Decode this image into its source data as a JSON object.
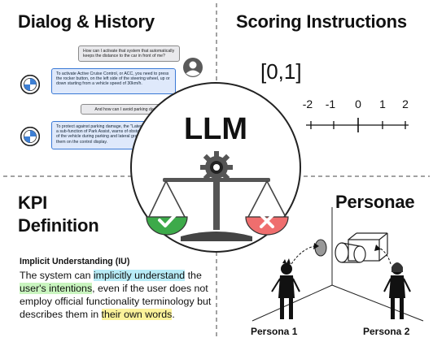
{
  "sections": {
    "dialog_title": "Dialog & History",
    "scoring_title": "Scoring Instructions",
    "kpi_title_line1": "KPI",
    "kpi_title_line2": "Definition",
    "personae_title": "Personae"
  },
  "dialog": {
    "messages": [
      {
        "role": "user",
        "text": "How can I activate that system that automatically keeps the distance to the car in front of me?"
      },
      {
        "role": "assistant",
        "text": "To activate Active Cruise Control, or ACC, you need to press the rocker button, on the left side of the steering wheel, up or down starting from a vehicle speed of 30km/h."
      },
      {
        "role": "user",
        "text": "And how can I avoid parking damage?"
      },
      {
        "role": "assistant",
        "text": "To protect against parking damage, the \"Lateral Parking Aid\", a sub-function of Park Assist, warns of obstacles on the side of the vehicle during parking and lateral graphically displays them on the control display."
      }
    ]
  },
  "scoring": {
    "range": "[0,1]",
    "scale_labels": [
      "-2",
      "-1",
      "0",
      "1",
      "2"
    ]
  },
  "center": {
    "label": "LLM"
  },
  "kpi": {
    "name": "Implicit Understanding (IU)",
    "parts": [
      {
        "text": "The system can ",
        "hl": ""
      },
      {
        "text": "implicitly understand",
        "hl": "blue"
      },
      {
        "text": " the ",
        "hl": ""
      },
      {
        "text": "user's intentions",
        "hl": "green"
      },
      {
        "text": ", even if the user does not employ official functionality terminology but describes them in ",
        "hl": ""
      },
      {
        "text": "their own words",
        "hl": "yellow"
      },
      {
        "text": ".",
        "hl": ""
      }
    ]
  },
  "personae": {
    "labels": [
      "Persona 1",
      "Persona 2"
    ]
  },
  "colors": {
    "green_pan": "#3daa4a",
    "red_pan": "#ef6e6e",
    "assistant_bubble": "#dfe9fb",
    "assistant_border": "#3a79d6",
    "user_bubble": "#e9e9ec",
    "highlight_blue": "#b8ecf7",
    "highlight_green": "#c9f5bf",
    "highlight_yellow": "#fbf29a"
  },
  "icons": [
    "brand-logo-icon",
    "user-avatar-icon",
    "gear-icon",
    "check-icon",
    "cross-icon",
    "camera-icon"
  ]
}
